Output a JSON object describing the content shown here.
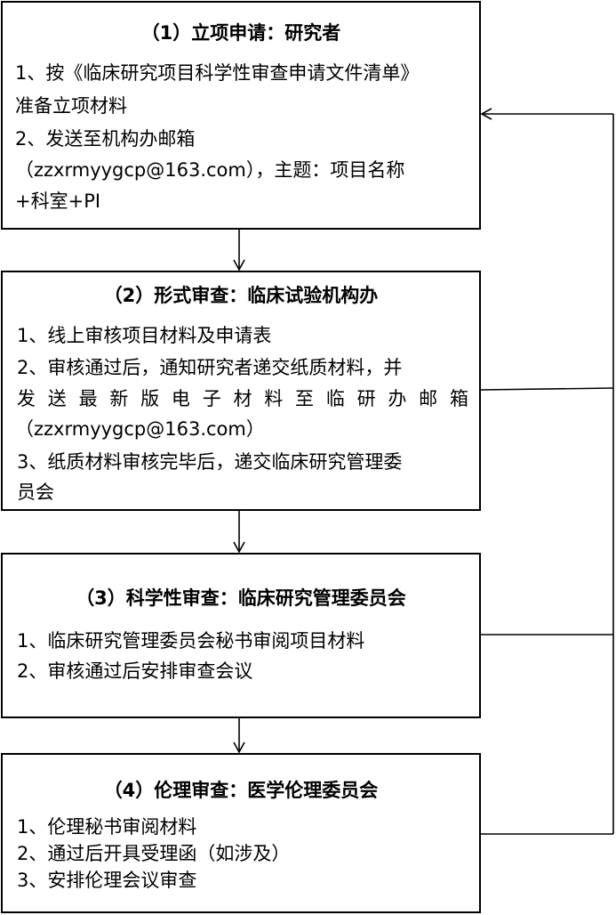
{
  "step1": {
    "title": "（1）立项申请：研究者",
    "lines": [
      "1、按《临床研究项目科学性审查申请文件清单》",
      "准备立项材料",
      "2、发送至机构办邮箱",
      "（zzxrmyygcp@163.com），主题：项目名称",
      "+科室+PI"
    ]
  },
  "step2": {
    "title": "（2）形式审查：临床试验机构办",
    "lines": [
      "1、线上审核项目材料及申请表",
      "2、审核通过后，通知研究者递交纸质材料，并",
      "（zzxrmyygcp@163.com）",
      "3、纸质材料审核完毕后，递交临床研究管理委",
      "员会"
    ],
    "justified_line": [
      "发",
      "送",
      "最",
      "新",
      "版",
      "电",
      "子",
      "材",
      "料",
      "至",
      "临",
      "研",
      "办",
      "邮",
      "箱"
    ]
  },
  "step3": {
    "title": "（3）科学性审查：临床研究管理委员会",
    "lines": [
      "1、临床研究管理委员会秘书审阅项目材料",
      "2、审核通过后安排审查会议"
    ]
  },
  "step4": {
    "title": "（4）伦理审查：医学伦理委员会",
    "lines": [
      "1、伦理秘书审阅材料",
      "2、通过后开具受理函（如涉及）",
      "3、安排伦理会议审查"
    ]
  }
}
